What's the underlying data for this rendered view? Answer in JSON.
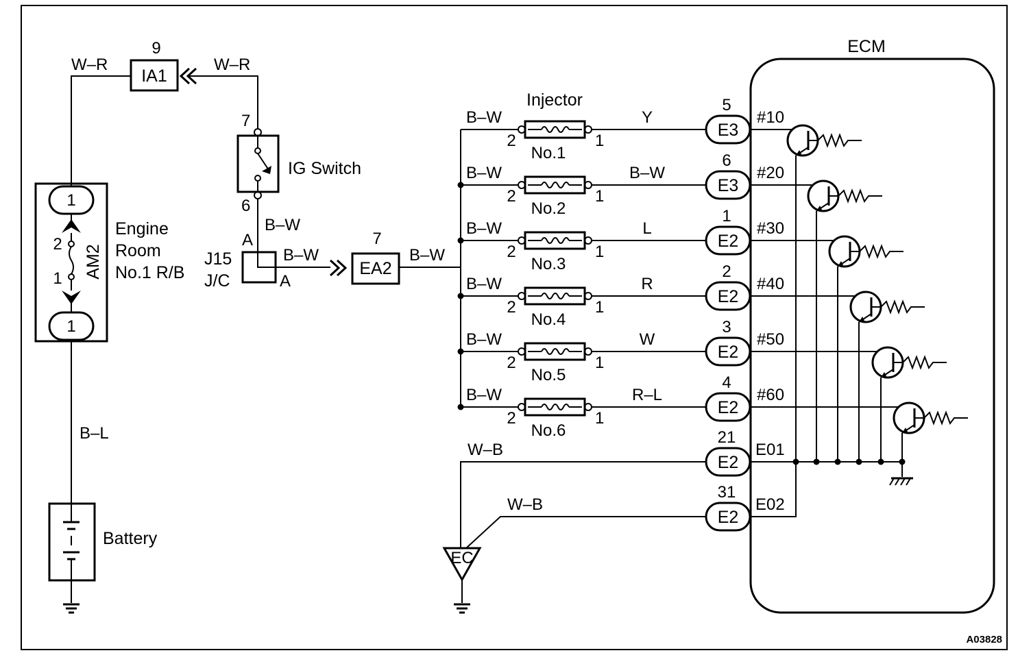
{
  "ecm": {
    "title": "ECM"
  },
  "ign": {
    "top_connector_num": "9",
    "top_connector": "IA1",
    "wire_left": "W–R",
    "wire_right": "W–R",
    "switch_label": "IG Switch",
    "pin_top": "7",
    "pin_bottom": "6",
    "wire_down": "B–W",
    "jc_pin_top": "A",
    "jc_pin_bottom": "A",
    "jc_name": "J15",
    "jc_type": "J/C",
    "wire_jc": "B–W",
    "ea2_num": "7",
    "ea2": "EA2",
    "wire_ea2": "B–W"
  },
  "relay_box": {
    "pin_top": "1",
    "pin_bottom": "1",
    "fuse_pin_top": "2",
    "fuse_pin_bottom": "1",
    "fuse": "AM2",
    "name_line1": "Engine",
    "name_line2": "Room",
    "name_line3": "No.1 R/B",
    "wire_below": "B–L",
    "battery": "Battery"
  },
  "injectors": {
    "title": "Injector",
    "pin_in": "2",
    "pin_out": "1",
    "items": [
      {
        "name": "No.1",
        "feed": "B–W",
        "wire": "Y",
        "pin": "5",
        "conn": "E3",
        "ecm": "#10"
      },
      {
        "name": "No.2",
        "feed": "B–W",
        "wire": "B–W",
        "pin": "6",
        "conn": "E3",
        "ecm": "#20"
      },
      {
        "name": "No.3",
        "feed": "B–W",
        "wire": "L",
        "pin": "1",
        "conn": "E2",
        "ecm": "#30"
      },
      {
        "name": "No.4",
        "feed": "B–W",
        "wire": "R",
        "pin": "2",
        "conn": "E2",
        "ecm": "#40"
      },
      {
        "name": "No.5",
        "feed": "B–W",
        "wire": "W",
        "pin": "3",
        "conn": "E2",
        "ecm": "#50"
      },
      {
        "name": "No.6",
        "feed": "B–W",
        "wire": "R–L",
        "pin": "4",
        "conn": "E2",
        "ecm": "#60"
      }
    ]
  },
  "grounds": [
    {
      "wire": "W–B",
      "pin": "21",
      "conn": "E2",
      "ecm": "E01"
    },
    {
      "wire": "W–B",
      "pin": "31",
      "conn": "E2",
      "ecm": "E02"
    }
  ],
  "ground_point": "EC",
  "figure_code": "A03828"
}
